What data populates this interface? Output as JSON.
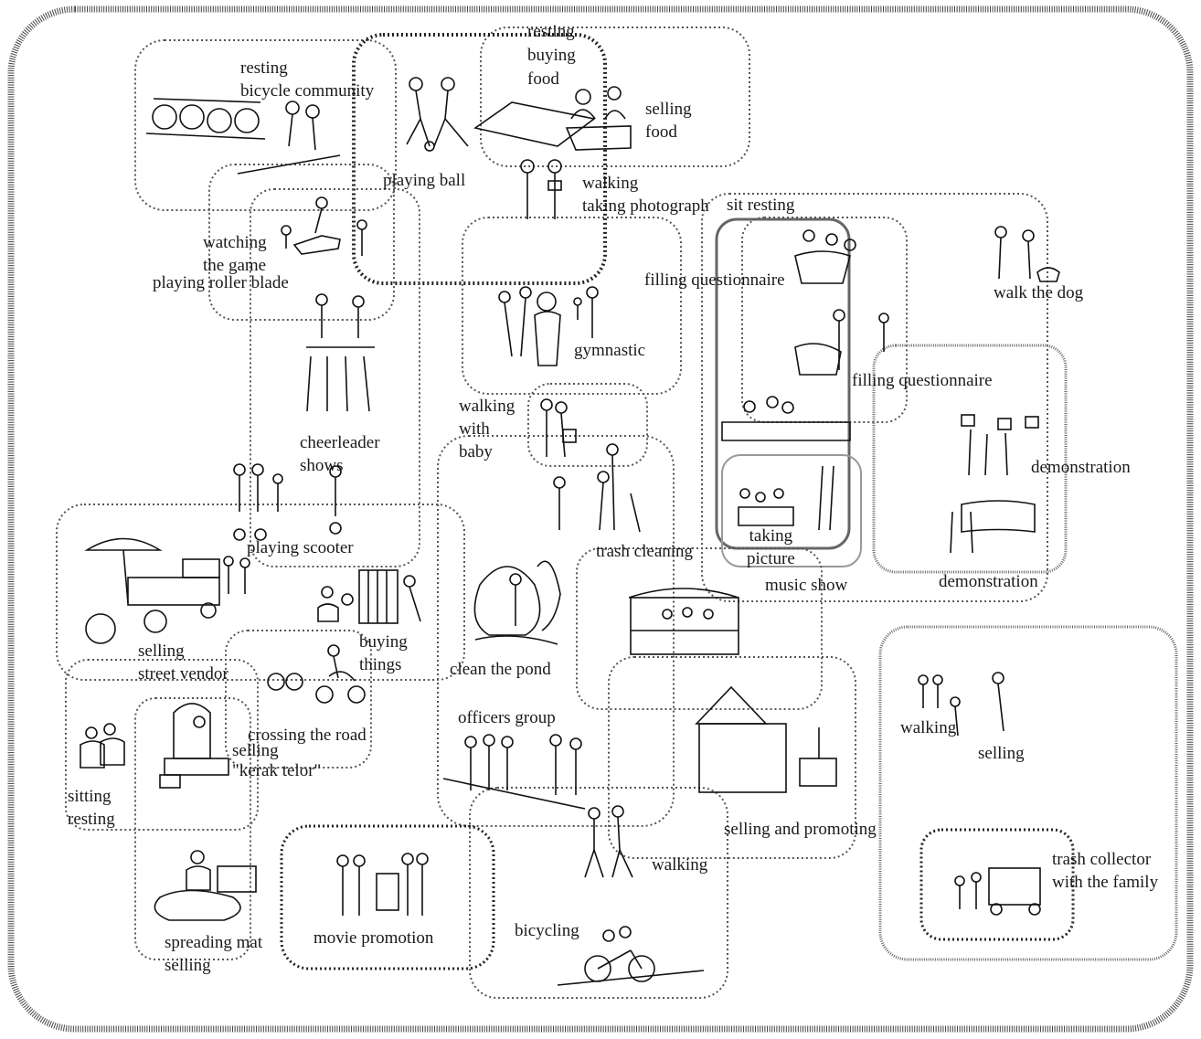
{
  "areas": [
    {
      "id": "resting-bicycle",
      "lines": [
        "resting",
        "bicycle community"
      ]
    },
    {
      "id": "resting-buying-food",
      "lines": [
        "resting",
        "buying",
        "food"
      ]
    },
    {
      "id": "selling-food",
      "lines": [
        "selling",
        "food"
      ]
    },
    {
      "id": "playing-ball",
      "lines": [
        "playing ball"
      ]
    },
    {
      "id": "walking-taking-photo",
      "lines": [
        "walking",
        "taking photograph"
      ]
    },
    {
      "id": "sit-resting",
      "lines": [
        "sit resting"
      ]
    },
    {
      "id": "watching-game",
      "lines": [
        "watching",
        "the game"
      ]
    },
    {
      "id": "playing-roller-blade",
      "lines": [
        "playing roller blade"
      ]
    },
    {
      "id": "filling-questionnaire-1",
      "lines": [
        "filling questionnaire"
      ]
    },
    {
      "id": "walk-the-dog",
      "lines": [
        "walk the dog"
      ]
    },
    {
      "id": "gymnastic",
      "lines": [
        "gymnastic"
      ]
    },
    {
      "id": "filling-questionnaire-2",
      "lines": [
        "filling questionnaire"
      ]
    },
    {
      "id": "walking-with-baby",
      "lines": [
        "walking",
        "with",
        "baby"
      ]
    },
    {
      "id": "cheerleader-shows",
      "lines": [
        "cheerleader",
        "shows"
      ]
    },
    {
      "id": "demonstration-1",
      "lines": [
        "demonstration"
      ]
    },
    {
      "id": "taking-picture",
      "lines": [
        "taking",
        "picture"
      ]
    },
    {
      "id": "playing-scooter",
      "lines": [
        "playing scooter"
      ]
    },
    {
      "id": "trash-cleaning",
      "lines": [
        "trash cleaning"
      ]
    },
    {
      "id": "music-show",
      "lines": [
        "music show"
      ]
    },
    {
      "id": "demonstration-2",
      "lines": [
        "demonstration"
      ]
    },
    {
      "id": "buying-things",
      "lines": [
        "buying",
        "things"
      ]
    },
    {
      "id": "selling-street-vendor",
      "lines": [
        "selling",
        "street vendor"
      ]
    },
    {
      "id": "clean-the-pond",
      "lines": [
        "clean the pond"
      ]
    },
    {
      "id": "officers-group",
      "lines": [
        "officers group"
      ]
    },
    {
      "id": "walking-right",
      "lines": [
        "walking"
      ]
    },
    {
      "id": "selling-right",
      "lines": [
        "selling"
      ]
    },
    {
      "id": "crossing-the-road",
      "lines": [
        "crossing the road"
      ]
    },
    {
      "id": "selling-kerak-telor",
      "lines": [
        "selling",
        "\"kerak telor\""
      ]
    },
    {
      "id": "sitting-resting",
      "lines": [
        "sitting",
        "resting"
      ]
    },
    {
      "id": "selling-and-promoting",
      "lines": [
        "selling and promoting"
      ]
    },
    {
      "id": "walking-center",
      "lines": [
        "walking"
      ]
    },
    {
      "id": "trash-collector",
      "lines": [
        "trash collector",
        "with the family"
      ]
    },
    {
      "id": "bicycling",
      "lines": [
        "bicycling"
      ]
    },
    {
      "id": "movie-promotion",
      "lines": [
        "movie promotion"
      ]
    },
    {
      "id": "spreading-mat-selling",
      "lines": [
        "spreading mat",
        "selling"
      ]
    }
  ]
}
